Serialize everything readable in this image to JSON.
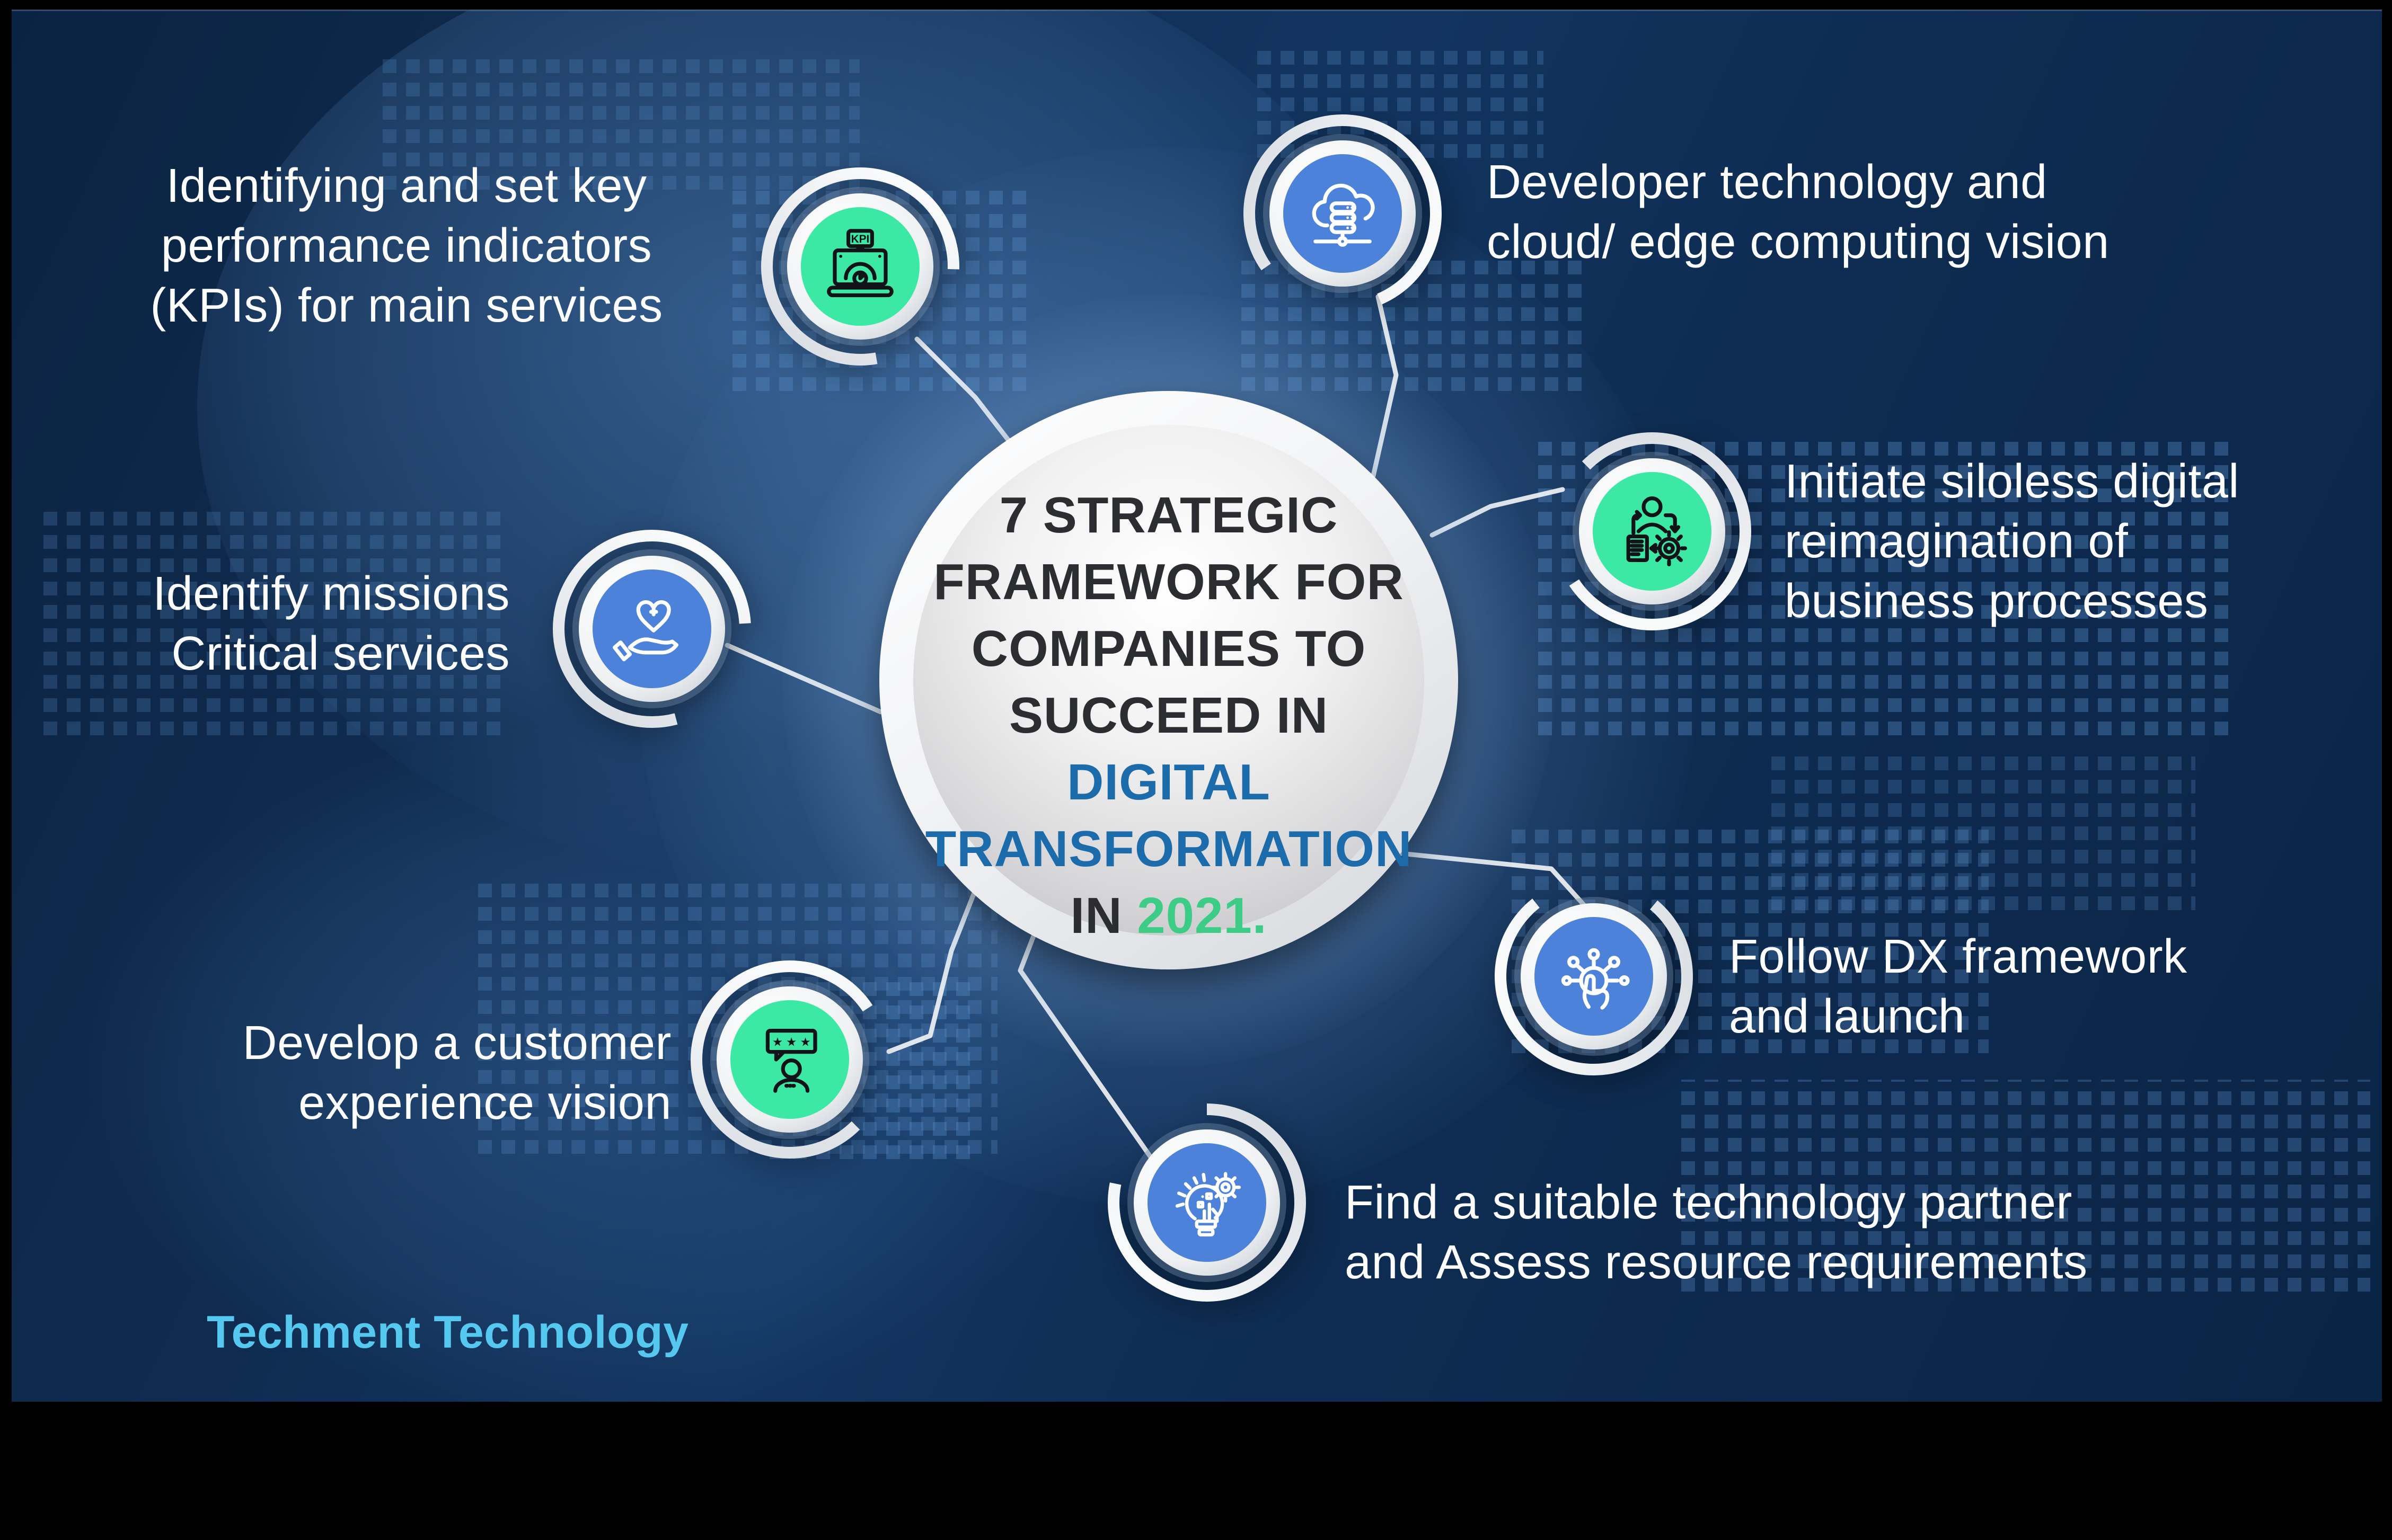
{
  "center": {
    "l1": "7 STRATEGIC",
    "l2": "FRAMEWORK FOR",
    "l3": "COMPANIES TO",
    "l4a": "SUCCEED IN",
    "l4b": "DIGITAL",
    "l5": "TRANSFORMATION",
    "l6a": "IN",
    "l6b": "2021."
  },
  "labels": {
    "kpi": {
      "l1": "Identifying and set key",
      "l2": "performance indicators",
      "l3": "(KPIs) for main services"
    },
    "cloud": {
      "l1": "Developer technology and",
      "l2": "cloud/ edge computing vision"
    },
    "siloless": {
      "l1": "Initiate siloless digital",
      "l2": "reimagination of",
      "l3": "business processes"
    },
    "dx": {
      "l1": "Follow DX framework",
      "l2": "and launch"
    },
    "partner": {
      "l1": "Find a suitable technology partner",
      "l2": "and Assess resource requirements"
    },
    "customer": {
      "l1": "Develop a customer",
      "l2": "experience vision"
    },
    "missions": {
      "l1": "Identify missions",
      "l2": "Critical services"
    }
  },
  "icons": {
    "kpi": "kpi-laptop-gauge-icon",
    "cloud": "cloud-server-icon",
    "siloless": "process-reimagination-icon",
    "dx": "dx-touch-network-icon",
    "bulb": "idea-gear-bulb-icon",
    "customer": "customer-review-icon",
    "heart": "hand-heart-care-icon",
    "kpi_tag": "KPI",
    "customer_stars": "★ ★ ★"
  },
  "brand": "Techment Technology",
  "colors": {
    "background": "#0e2c52",
    "node_green": "#3ce9a4",
    "node_blue": "#4d82da",
    "ring_white": "#edf1f5",
    "title_dark": "#2b2d30",
    "title_blue": "#1c6bab",
    "title_green": "#3ccc86",
    "brand_text": "#55c8f0",
    "label_text": "#fdfdfe"
  }
}
